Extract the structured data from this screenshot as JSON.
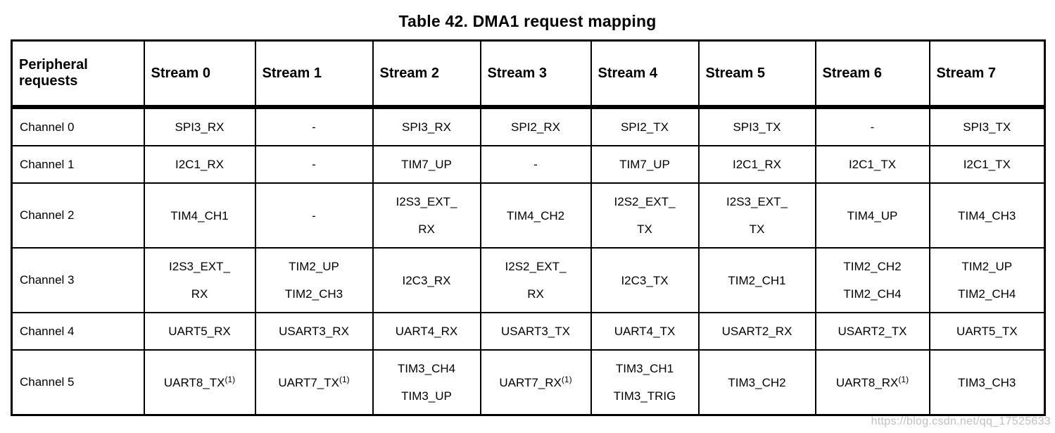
{
  "title": "Table 42. DMA1 request mapping",
  "watermark": "https://blog.csdn.net/qq_17525633",
  "table": {
    "corner_header": "Peripheral requests",
    "columns": [
      "Stream 0",
      "Stream 1",
      "Stream 2",
      "Stream 3",
      "Stream 4",
      "Stream 5",
      "Stream 6",
      "Stream 7"
    ],
    "rows": [
      {
        "label": "Channel 0",
        "cells": [
          [
            "SPI3_RX"
          ],
          [
            "-"
          ],
          [
            "SPI3_RX"
          ],
          [
            "SPI2_RX"
          ],
          [
            "SPI2_TX"
          ],
          [
            "SPI3_TX"
          ],
          [
            "-"
          ],
          [
            "SPI3_TX"
          ]
        ]
      },
      {
        "label": "Channel 1",
        "cells": [
          [
            "I2C1_RX"
          ],
          [
            "-"
          ],
          [
            "TIM7_UP"
          ],
          [
            "-"
          ],
          [
            "TIM7_UP"
          ],
          [
            "I2C1_RX"
          ],
          [
            "I2C1_TX"
          ],
          [
            "I2C1_TX"
          ]
        ]
      },
      {
        "label": "Channel 2",
        "cells": [
          [
            "TIM4_CH1"
          ],
          [
            "-"
          ],
          [
            "I2S3_EXT_",
            "RX"
          ],
          [
            "TIM4_CH2"
          ],
          [
            "I2S2_EXT_",
            "TX"
          ],
          [
            "I2S3_EXT_",
            "TX"
          ],
          [
            "TIM4_UP"
          ],
          [
            "TIM4_CH3"
          ]
        ]
      },
      {
        "label": "Channel 3",
        "cells": [
          [
            "I2S3_EXT_",
            "RX"
          ],
          [
            "TIM2_UP",
            "TIM2_CH3"
          ],
          [
            "I2C3_RX"
          ],
          [
            "I2S2_EXT_",
            "RX"
          ],
          [
            "I2C3_TX"
          ],
          [
            "TIM2_CH1"
          ],
          [
            "TIM2_CH2",
            "TIM2_CH4"
          ],
          [
            "TIM2_UP",
            "TIM2_CH4"
          ]
        ]
      },
      {
        "label": "Channel 4",
        "cells": [
          [
            "UART5_RX"
          ],
          [
            "USART3_RX"
          ],
          [
            "UART4_RX"
          ],
          [
            "USART3_TX"
          ],
          [
            "UART4_TX"
          ],
          [
            "USART2_RX"
          ],
          [
            "USART2_TX"
          ],
          [
            "UART5_TX"
          ]
        ]
      },
      {
        "label": "Channel 5",
        "cells": [
          [
            "UART8_TX^(1)"
          ],
          [
            "UART7_TX^(1)"
          ],
          [
            "TIM3_CH4",
            "TIM3_UP"
          ],
          [
            "UART7_RX^(1)"
          ],
          [
            "TIM3_CH1",
            "TIM3_TRIG"
          ],
          [
            "TIM3_CH2"
          ],
          [
            "UART8_RX^(1)"
          ],
          [
            "TIM3_CH3"
          ]
        ]
      }
    ]
  }
}
